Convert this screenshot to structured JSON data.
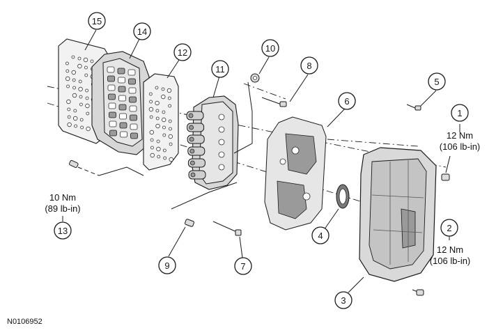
{
  "figure_id": "N0106952",
  "callouts": [
    {
      "number": "1"
    },
    {
      "number": "2"
    },
    {
      "number": "3"
    },
    {
      "number": "4"
    },
    {
      "number": "5"
    },
    {
      "number": "6"
    },
    {
      "number": "7"
    },
    {
      "number": "8"
    },
    {
      "number": "9"
    },
    {
      "number": "10"
    },
    {
      "number": "11"
    },
    {
      "number": "12"
    },
    {
      "number": "13"
    },
    {
      "number": "14"
    },
    {
      "number": "15"
    }
  ],
  "torque_specs": {
    "spec_1": {
      "nm": "12 Nm",
      "lbin": "(106 lb-in)"
    },
    "spec_2": {
      "nm": "12 Nm",
      "lbin": "(106 lb-in)"
    },
    "spec_13": {
      "nm": "10 Nm",
      "lbin": "(89 lb-in)"
    }
  }
}
